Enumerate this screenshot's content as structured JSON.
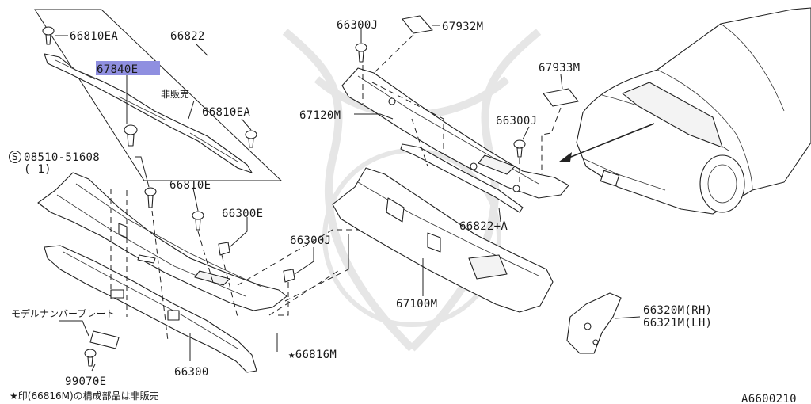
{
  "labels": {
    "p66810EA_top": "66810EA",
    "p66822": "66822",
    "p67840E": "67840E",
    "not_sold": "非販売",
    "p66810EA_right": "66810EA",
    "p08510": "08510-51608",
    "p08510_qty": "( 1)",
    "p66810E": "66810E",
    "p66300E": "66300E",
    "p66300J_mid": "66300J",
    "p66300J_top": "66300J",
    "p67932M": "67932M",
    "p67120M": "67120M",
    "p67933M": "67933M",
    "p66300J_right": "66300J",
    "p66822A": "66822+A",
    "p67100M": "67100M",
    "p66320M": "66320M(RH)",
    "p66321M": "66321M(LH)",
    "model_plate": "モデルナンバープレート",
    "p99070E": "99070E",
    "p66300": "66300",
    "p66816M": "★66816M",
    "footnote": "★印(66816M)の構成部品は非販売",
    "diagram_id": "A6600210",
    "circle_s": "S"
  },
  "colors": {
    "highlight": "#8f8fe0",
    "ink": "#1a1a1a"
  }
}
